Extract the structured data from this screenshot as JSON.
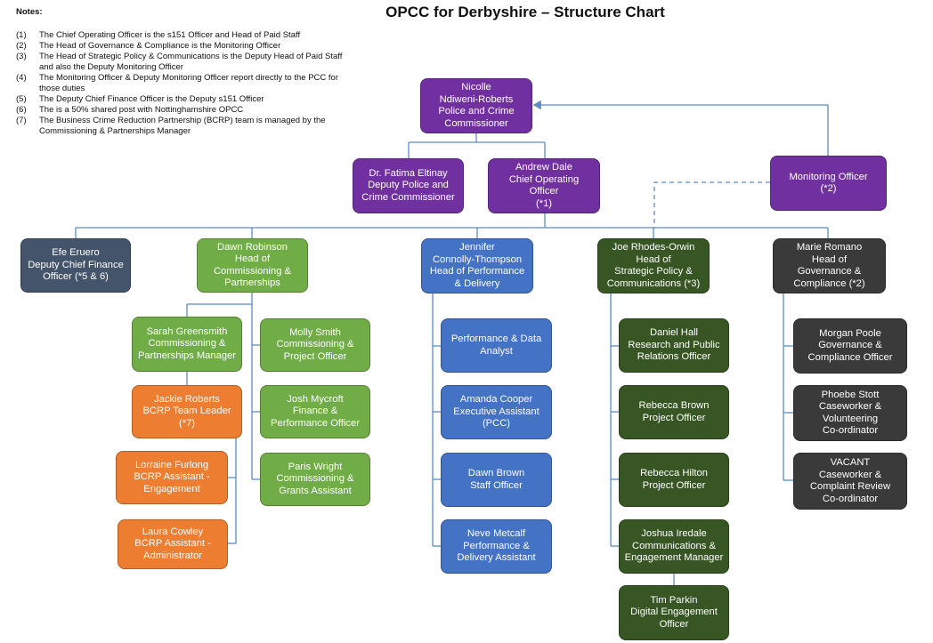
{
  "title": "OPCC for Derbyshire – Structure Chart",
  "notes": {
    "heading": "Notes:",
    "items": [
      {
        "num": "(1)",
        "text": "The Chief Operating Officer is the s151 Officer and Head of Paid Staff"
      },
      {
        "num": "(2)",
        "text": "The Head of Governance & Compliance is the Monitoring Officer"
      },
      {
        "num": "(3)",
        "text": "The Head of Strategic Policy & Communications is the Deputy Head of Paid Staff and also the Deputy Monitoring Officer"
      },
      {
        "num": "(4)",
        "text": "The Monitoring Officer & Deputy Monitoring Officer report directly to the PCC for those duties"
      },
      {
        "num": "(5)",
        "text": "The Deputy Chief Finance Officer is the Deputy s151 Officer"
      },
      {
        "num": "(6)",
        "text": "The is a 50% shared post with Nottinghamshire OPCC"
      },
      {
        "num": "(7)",
        "text": "The Business Crime Reduction Partnership (BCRP) team is managed by the Commissioning & Partnerships Manager"
      }
    ]
  },
  "boxes": {
    "pcc": "Nicolle\nNdiweni-Roberts\nPolice and Crime\nCommissioner",
    "dpcc": "Dr. Fatima Eltinay\nDeputy Police and\nCrime Commissioner",
    "coo": "Andrew Dale\nChief Operating Officer\n(*1)",
    "mo": "Monitoring Officer\n(*2)",
    "dcfo": "Efe Eruero\nDeputy Chief Finance\nOfficer (*5 & 6)",
    "hcp": "Dawn Robinson\nHead of\nCommissioning &\nPartnerships",
    "hpd": "Jennifer\nConnolly-Thompson\nHead of Performance\n& Delivery",
    "hspc": "Joe Rhodes-Orwin\nHead of\nStrategic Policy &\nCommunications (*3)",
    "hgc": "Marie Romano\nHead of\nGovernance &\nCompliance (*2)",
    "sg": "Sarah Greensmith\nCommissioning &\nPartnerships Manager",
    "jr": "Jackie Roberts\nBCRP Team Leader\n(*7)",
    "lf": "Lorraine Furlong\nBCRP Assistant -\nEngagement",
    "lc": "Laura Cowley\nBCRP Assistant -\nAdministrator",
    "ms": "Molly Smith\nCommissioning &\nProject Officer",
    "jm": "Josh Mycroft\nFinance &\nPerformance Officer",
    "pw": "Paris Wright\nCommissioning &\nGrants Assistant",
    "pda": "Performance & Data\nAnalyst",
    "ac": "Amanda Cooper\nExecutive Assistant\n(PCC)",
    "db": "Dawn Brown\nStaff Officer",
    "nm": "Neve Metcalf\nPerformance &\nDelivery Assistant",
    "dh": "Daniel Hall\nResearch and Public\nRelations Officer",
    "rb": "Rebecca Brown\nProject Officer",
    "rh": "Rebecca Hilton\nProject Officer",
    "ji": "Joshua Iredale\nCommunications &\nEngagement Manager",
    "tp": "Tim Parkin\nDigital Engagement\nOfficer",
    "mp": "Morgan Poole\nGovernance &\nCompliance Officer",
    "ps": "Phoebe Stott\nCaseworker &\nVolunteering\nCo-ordinator",
    "vac": "VACANT\nCaseworker &\nComplaint Review\nCo-ordinator"
  },
  "colors": {
    "purple": "#7030a0",
    "slate": "#44546a",
    "green": "#70ad47",
    "blue": "#4472c4",
    "dark_green": "#375623",
    "dark_grey": "#3a3a3a",
    "orange": "#ed7d31",
    "connector": "#5b8bc9"
  }
}
